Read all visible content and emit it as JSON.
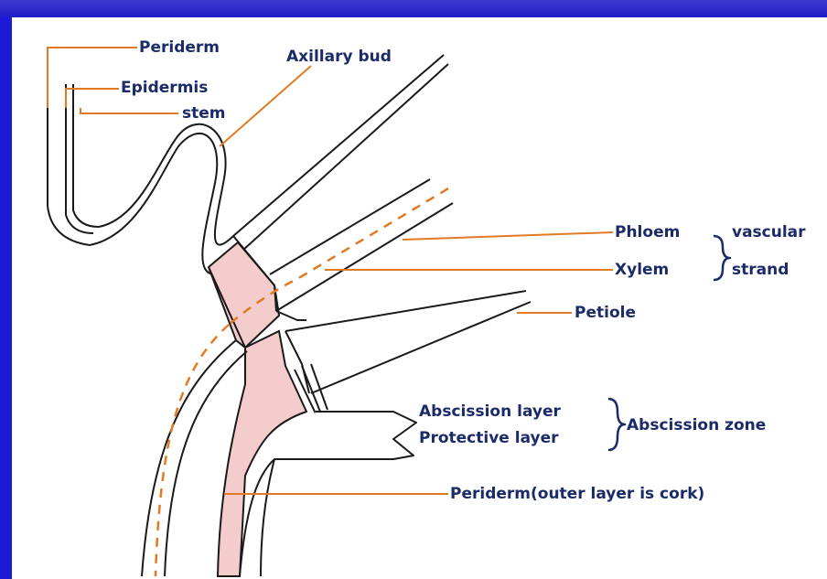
{
  "diagram": {
    "labels": {
      "periderm_top": "Periderm",
      "axillary_bud": "Axillary bud",
      "epidermis": "Epidermis",
      "stem": "stem",
      "phloem": "Phloem",
      "xylem": "Xylem",
      "vascular": "vascular",
      "strand": "strand",
      "petiole": "Petiole",
      "abscission_layer": "Abscission layer",
      "protective_layer": "Protective layer",
      "abscission_zone": "Abscission zone",
      "periderm_bottom": "Periderm(outer layer is cork)"
    },
    "colors": {
      "background_frame": "#1c1ad6",
      "panel": "#ffffff",
      "label_text": "#1b2b6a",
      "leader_lines": "#e07b24",
      "abscission_tissue": "#f4cccc",
      "outline": "#1a1a1a"
    }
  }
}
